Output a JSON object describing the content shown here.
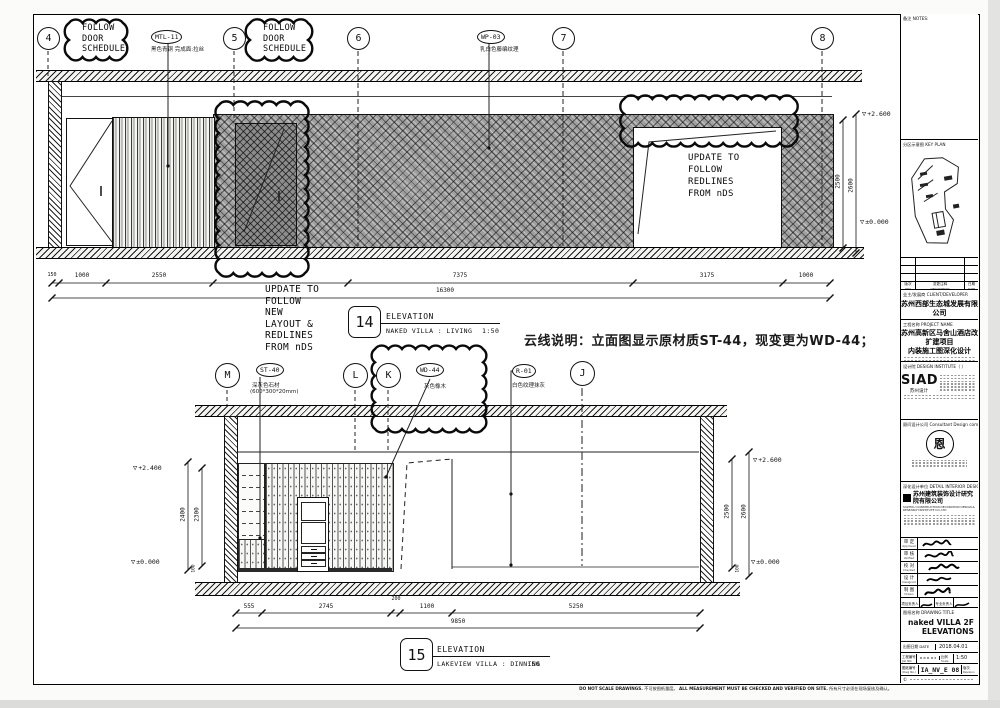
{
  "sheet": {
    "disclaimer_en1": "DO NOT SCALE DRAWINGS.",
    "disclaimer_cn1": "不可按图纸量度。",
    "disclaimer_en2": "ALL MEASUREMENT MUST BE CHECKED AND VERIFIED ON SITE.",
    "disclaimer_cn2": "所有尺寸必须在现场复核及确认。"
  },
  "note_cn": "云线说明：立面图显示原材质ST-44，现变更为WD-44；",
  "e14": {
    "grids": [
      "4",
      "5",
      "6",
      "7",
      "8"
    ],
    "cloud_a": [
      "FOLLOW",
      "DOOR",
      "SCHEDULE"
    ],
    "cloud_b": [
      "FOLLOW",
      "DOOR",
      "SCHEDULE"
    ],
    "cloud_redline": [
      "UPDATE TO",
      "FOLLOW",
      "REDLINES",
      "FROM nDS"
    ],
    "cloud_layout": [
      "UPDATE TO",
      "FOLLOW",
      "NEW",
      "LAYOUT &",
      "REDLINES",
      "FROM nDS"
    ],
    "mtl11": "MTL-11",
    "mtl11_desc": "黑色青铜 完成面:拉丝",
    "wp03": "WP-03",
    "wp03_desc": "乳白色藤编纹理",
    "dims": [
      "150",
      "1000",
      "2550",
      "7375",
      "3175",
      "1000"
    ],
    "total": "16300",
    "dim_v": [
      "2500",
      "2600"
    ],
    "lvl_top": "+2.600",
    "lvl_bot": "±0.000",
    "num": "14",
    "title": "ELEVATION",
    "subtitle": "NAKED VILLA : LIVING",
    "scale": "1:50"
  },
  "e15": {
    "grids": [
      "M",
      "L",
      "K",
      "J"
    ],
    "st40": "ST-40",
    "st40_desc1": "深灰色石材",
    "st40_desc2": "(600*300*20mm)",
    "wd44": "WD-44",
    "wd44_desc": "灰色橡木",
    "r01": "R-01",
    "r01_desc": "白色纹理抹灰",
    "dims": [
      "555",
      "2745",
      "200",
      "1100",
      "5250"
    ],
    "total": "9850",
    "dim_l": [
      "2400",
      "2300"
    ],
    "dim_l_small": "100",
    "lvl_l_top": "+2.400",
    "lvl_l_bot": "±0.000",
    "dim_r": [
      "2500",
      "2600"
    ],
    "dim_r_small": "100",
    "lvl_r_top": "+2.600",
    "lvl_r_bot": "±0.000",
    "num": "15",
    "title": "ELEVATION",
    "subtitle": "LAKEVIEW VILLA : DINNING",
    "scale": ":50"
  },
  "tb": {
    "notes": "备注 NOTES:",
    "keyplan": "分区示意图 KEY PLAN",
    "rev": "版次",
    "rev_en": "REV",
    "desc": "变更注释",
    "desc_en": "DESCRIPTION",
    "date": "日期",
    "date_en": "DATE",
    "client_h": "业主/发展商 CLIENT/DEVELOPER",
    "client": "苏州西部生态城发展有限公司",
    "project_h": "工程名称 PROJECT NAME",
    "project1": "苏州高新区马舍山酒店改扩建项目",
    "project2": "内装施工图深化设计",
    "inst_h": "设计院 DESIGN INSTITUTE（    ）",
    "inst_logo": "SIAD",
    "inst_logo_sub": "苏州设计",
    "cons_h": "顾问设计公司 Consultant Design company",
    "cons_logo": "恩",
    "detail_h": "深化设计单位 DETAIL INTERIOR DESIGN",
    "detail_co": "苏州建筑装饰设计研究院有限公司",
    "detail_co_en": "SUZHOU CONSTRUCTION DECORATION DESIGN & RESEARCH INSTITUTE CO.,LTD",
    "sign_rows": [
      {
        "cn": "审 定",
        "en": "Approved"
      },
      {
        "cn": "审 核",
        "en": "Verified"
      },
      {
        "cn": "校 对",
        "en": "Checked"
      },
      {
        "cn": "设 计",
        "en": "Designed"
      },
      {
        "cn": "制 图",
        "en": "Drawn"
      }
    ],
    "pl_cn": "项目负责人",
    "pl2_cn": "专业负责人",
    "title_h": "图纸名称 DRAWING TITLE",
    "title1": "naked VILLA 2F",
    "title2": "ELEVATIONS",
    "date_h": "出图日期 DATE",
    "date_v": "2018.04.01",
    "job_h": "工程编号",
    "job_en": "Job NO.",
    "scale_h": "比例",
    "scale_en": "Scale",
    "scale_v": "1:50",
    "dwg_h": "图纸编号",
    "dwg_en": "(Dwg No.)",
    "dwg_v": "IA_NV_E 08",
    "rev2_h": "版次",
    "rev2_en": "Revision",
    "copy": "©"
  }
}
